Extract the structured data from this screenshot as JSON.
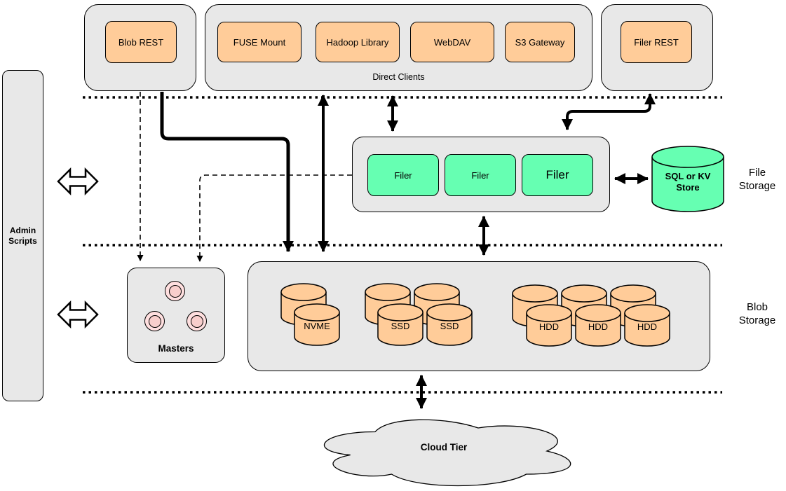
{
  "nodes": {
    "admin_scripts": {
      "label": "Admin\nScripts"
    },
    "blob_rest": {
      "label": "Blob REST"
    },
    "direct_clients": {
      "label": "Direct Clients",
      "items": [
        {
          "label": "FUSE Mount"
        },
        {
          "label": "Hadoop Library"
        },
        {
          "label": "WebDAV"
        },
        {
          "label": "S3 Gateway"
        }
      ]
    },
    "filer_rest": {
      "label": "Filer REST"
    },
    "filer_group": {
      "filers": [
        {
          "label": "Filer"
        },
        {
          "label": "Filer"
        },
        {
          "label": "Filer"
        }
      ]
    },
    "sql_store": {
      "label": "SQL or KV\nStore"
    },
    "masters": {
      "label": "Masters",
      "node_count": 3
    },
    "blob_group": {
      "nvme_disks": [
        {
          "label": "NVME"
        }
      ],
      "ssd_disks": [
        {
          "label": "SSD"
        },
        {
          "label": "SSD"
        }
      ],
      "hdd_disks": [
        {
          "label": "HDD"
        },
        {
          "label": "HDD"
        },
        {
          "label": "HDD"
        }
      ]
    },
    "cloud": {
      "label": "Cloud Tier"
    }
  },
  "section_labels": {
    "file_storage": "File\nStorage",
    "blob_storage": "Blob\nStorage"
  },
  "colors": {
    "container_fill": "#E8E8E8",
    "client_node_fill": "#FFCC99",
    "filer_node_fill": "#66FFB2",
    "master_node_fill": "#F8CECC",
    "stroke": "#000000"
  }
}
